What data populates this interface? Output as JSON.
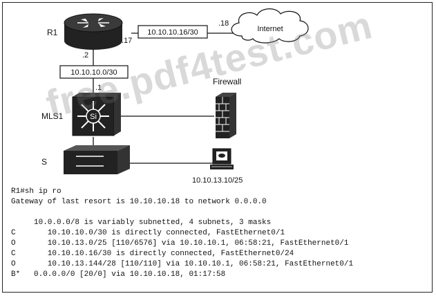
{
  "devices": {
    "router": "R1",
    "cloud": "Internet",
    "mls": "MLS1",
    "switch": "S",
    "firewall": "Firewall",
    "host": "10.10.13.10/25"
  },
  "links": {
    "r1_internet_subnet": "10.10.10.16/30",
    "r1_internet_r1_ip": ".17",
    "r1_internet_inet_ip": ".18",
    "r1_mls_subnet": "10.10.10.0/30",
    "r1_mls_r1_ip": ".2",
    "r1_mls_mls_ip": ".1"
  },
  "mls_label": "Si",
  "watermark": "free.pdf4test.com",
  "cli_lines": [
    "R1#sh ip ro",
    "Gateway of last resort is 10.10.10.18 to network 0.0.0.0",
    "",
    "     10.0.0.0/8 is variably subnetted, 4 subnets, 3 masks",
    "C       10.10.10.0/30 is directly connected, FastEthernet0/1",
    "O       10.10.13.0/25 [110/6576] via 10.10.10.1, 06:58:21, FastEthernet0/1",
    "C       10.10.10.16/30 is directly connected, FastEthernet0/24",
    "O       10.10.13.144/28 [110/110] via 10.10.10.1, 06:58:21, FastEthernet0/1",
    "B*   0.0.0.0/0 [20/0] via 10.10.10.18, 01:17:58"
  ]
}
